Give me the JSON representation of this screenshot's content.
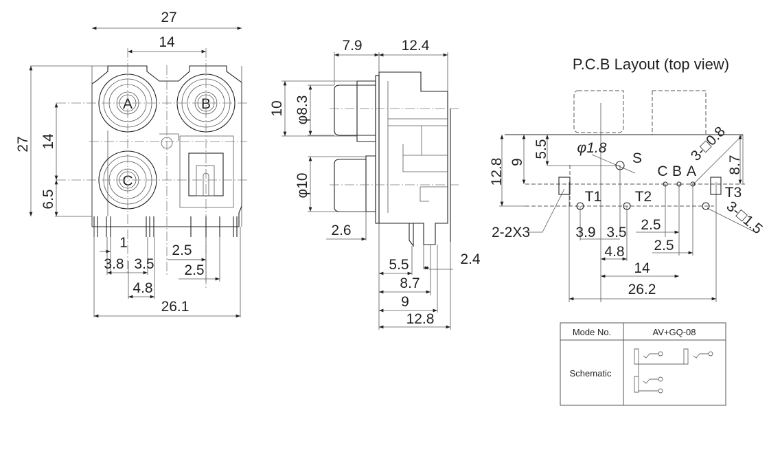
{
  "front_view": {
    "dims": {
      "width_top": "27",
      "jack_pitch_h": "14",
      "height_left": "27",
      "jack_pitch_v": "14",
      "bottom_offset": "6.5",
      "pin_1": "1",
      "pin_3_8": "3.8",
      "pin_3_5": "3.5",
      "pin_4_8": "4.8",
      "pin_2_5a": "2.5",
      "pin_2_5b": "2.5",
      "width_bottom": "26.1"
    },
    "jack_labels": [
      "A",
      "B",
      "C"
    ]
  },
  "side_view": {
    "dims": {
      "front": "7.9",
      "depth": "12.4",
      "height_10": "10",
      "dia_8_3": "φ8.3",
      "dia_10": "φ10",
      "d_2_6": "2.6",
      "d_5_5": "5.5",
      "d_8_7": "8.7",
      "d_9": "9",
      "d_12_8": "12.8",
      "d_2_4": "2.4"
    }
  },
  "pcb_layout": {
    "title": "P.C.B Layout (top  view)",
    "dims": {
      "h_12_8": "12.8",
      "h_9": "9",
      "h_5_5": "5.5",
      "hole_s": "φ1.8",
      "sq_0_8": "3-□0.8",
      "h_8_7": "8.7",
      "sq_1_5": "3-□1.5",
      "slot": "2-2X3",
      "d_3_9": "3.9",
      "d_3_5": "3.5",
      "d_4_8": "4.8",
      "d_2_5a": "2.5",
      "d_2_5b": "2.5",
      "d_14": "14",
      "d_26_2": "26.2"
    },
    "pins": {
      "s": "S",
      "t1": "T1",
      "t2": "T2",
      "t3": "T3",
      "c": "C",
      "b": "B",
      "a": "A"
    }
  },
  "spec_table": {
    "model_label": "Mode No.",
    "model_value": "AV+GQ-08",
    "schematic_label": "Schematic"
  }
}
